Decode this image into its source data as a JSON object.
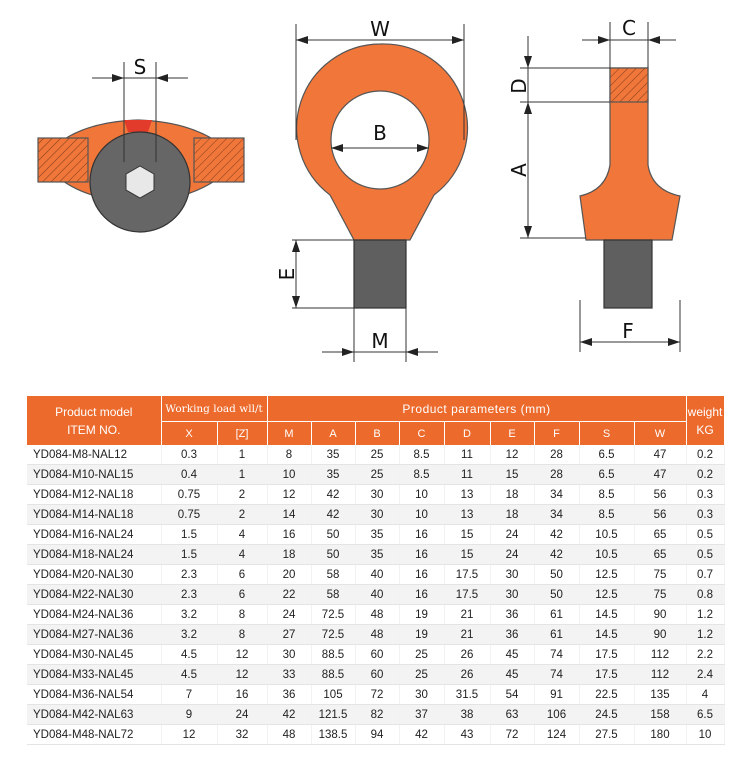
{
  "drawing_labels": {
    "S": "S",
    "W": "W",
    "C": "C",
    "D": "D",
    "B": "B",
    "A": "A",
    "E": "E",
    "M": "M",
    "F": "F"
  },
  "colors": {
    "orange": "#f0763a",
    "header": "#ec6a2c",
    "shaft": "#5f5f5f"
  },
  "table": {
    "header_model_line1": "Product model",
    "header_model_line2": "ITEM NO.",
    "header_working_load": "Working load wll/t",
    "header_params": "Product parameters (mm)",
    "header_weight_line1": "weight",
    "header_weight_line2": "KG",
    "subheaders": [
      "X",
      "[Z]",
      "M",
      "A",
      "B",
      "C",
      "D",
      "E",
      "F",
      "S",
      "W"
    ],
    "rows": [
      [
        "YD084-M8-NAL12",
        "0.3",
        "1",
        "8",
        "35",
        "25",
        "8.5",
        "11",
        "12",
        "28",
        "6.5",
        "47",
        "0.2"
      ],
      [
        "YD084-M10-NAL15",
        "0.4",
        "1",
        "10",
        "35",
        "25",
        "8.5",
        "11",
        "15",
        "28",
        "6.5",
        "47",
        "0.2"
      ],
      [
        "YD084-M12-NAL18",
        "0.75",
        "2",
        "12",
        "42",
        "30",
        "10",
        "13",
        "18",
        "34",
        "8.5",
        "56",
        "0.3"
      ],
      [
        "YD084-M14-NAL18",
        "0.75",
        "2",
        "14",
        "42",
        "30",
        "10",
        "13",
        "18",
        "34",
        "8.5",
        "56",
        "0.3"
      ],
      [
        "YD084-M16-NAL24",
        "1.5",
        "4",
        "16",
        "50",
        "35",
        "16",
        "15",
        "24",
        "42",
        "10.5",
        "65",
        "0.5"
      ],
      [
        "YD084-M18-NAL24",
        "1.5",
        "4",
        "18",
        "50",
        "35",
        "16",
        "15",
        "24",
        "42",
        "10.5",
        "65",
        "0.5"
      ],
      [
        "YD084-M20-NAL30",
        "2.3",
        "6",
        "20",
        "58",
        "40",
        "16",
        "17.5",
        "30",
        "50",
        "12.5",
        "75",
        "0.7"
      ],
      [
        "YD084-M22-NAL30",
        "2.3",
        "6",
        "22",
        "58",
        "40",
        "16",
        "17.5",
        "30",
        "50",
        "12.5",
        "75",
        "0.8"
      ],
      [
        "YD084-M24-NAL36",
        "3.2",
        "8",
        "24",
        "72.5",
        "48",
        "19",
        "21",
        "36",
        "61",
        "14.5",
        "90",
        "1.2"
      ],
      [
        "YD084-M27-NAL36",
        "3.2",
        "8",
        "27",
        "72.5",
        "48",
        "19",
        "21",
        "36",
        "61",
        "14.5",
        "90",
        "1.2"
      ],
      [
        "YD084-M30-NAL45",
        "4.5",
        "12",
        "30",
        "88.5",
        "60",
        "25",
        "26",
        "45",
        "74",
        "17.5",
        "112",
        "2.2"
      ],
      [
        "YD084-M33-NAL45",
        "4.5",
        "12",
        "33",
        "88.5",
        "60",
        "25",
        "26",
        "45",
        "74",
        "17.5",
        "112",
        "2.4"
      ],
      [
        "YD084-M36-NAL54",
        "7",
        "16",
        "36",
        "105",
        "72",
        "30",
        "31.5",
        "54",
        "91",
        "22.5",
        "135",
        "4"
      ],
      [
        "YD084-M42-NAL63",
        "9",
        "24",
        "42",
        "121.5",
        "82",
        "37",
        "38",
        "63",
        "106",
        "24.5",
        "158",
        "6.5"
      ],
      [
        "YD084-M48-NAL72",
        "12",
        "32",
        "48",
        "138.5",
        "94",
        "42",
        "43",
        "72",
        "124",
        "27.5",
        "180",
        "10"
      ]
    ]
  }
}
